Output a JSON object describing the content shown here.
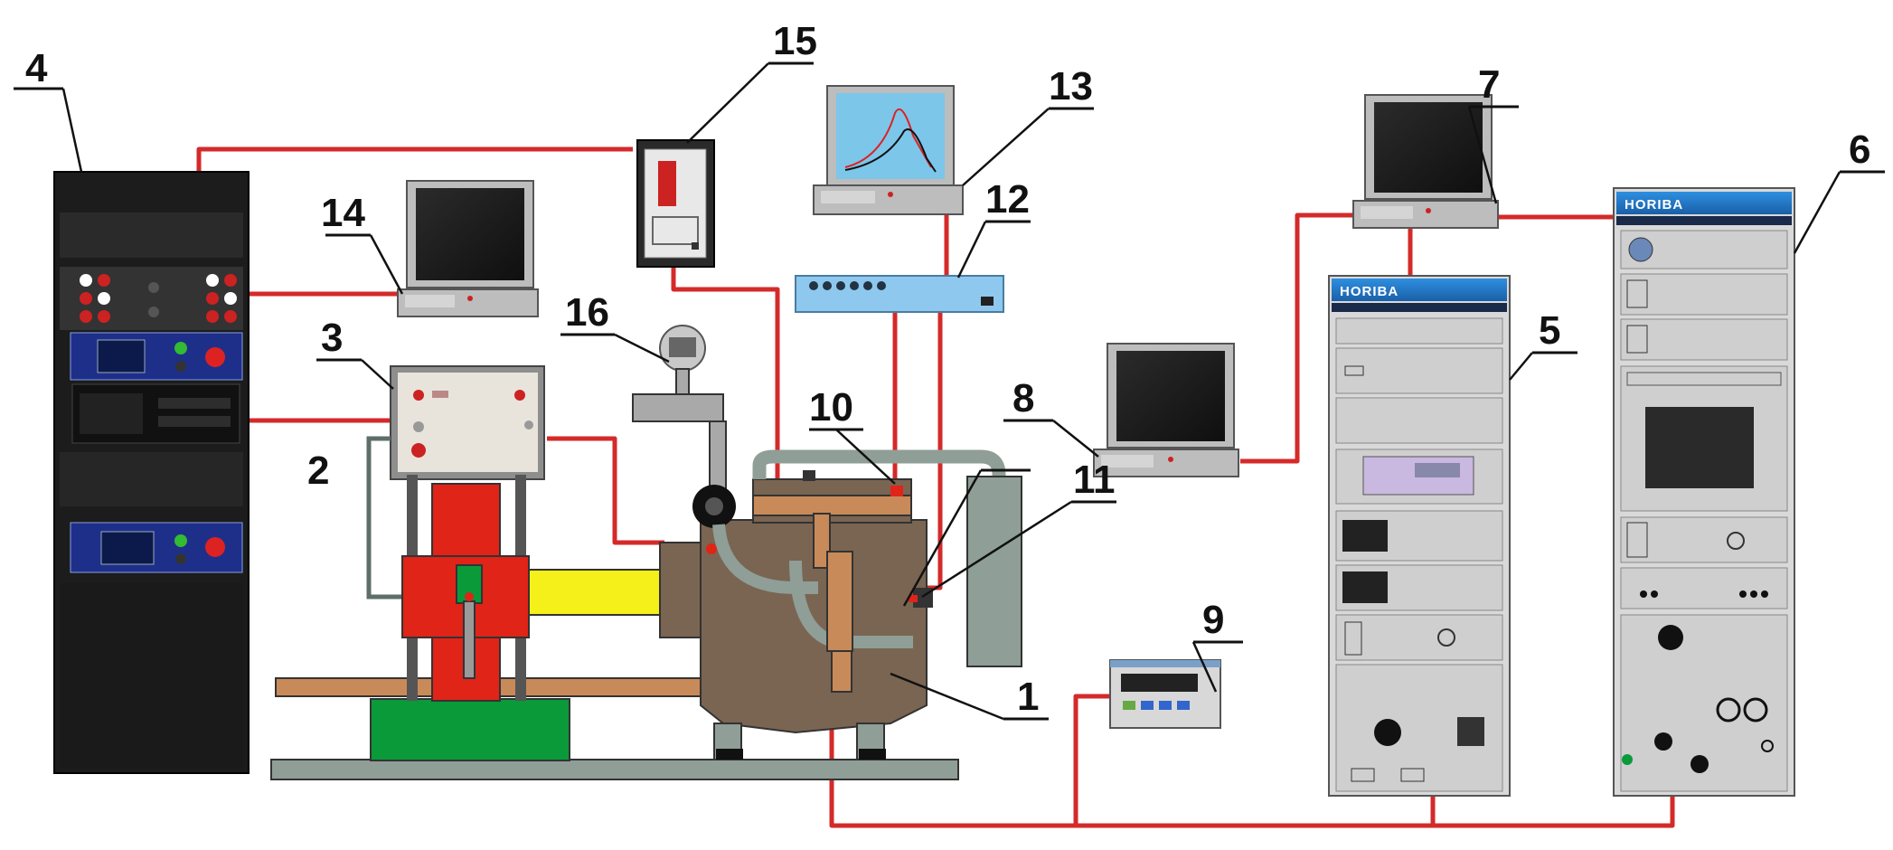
{
  "labels": {
    "n1": "1",
    "n2": "2",
    "n3": "3",
    "n4": "4",
    "n5": "5",
    "n6": "6",
    "n7": "7",
    "n8": "8",
    "n9": "9",
    "n10": "10",
    "n11": "11",
    "n12": "12",
    "n13": "13",
    "n14": "14",
    "n15": "15",
    "n16": "16"
  },
  "brand": {
    "analyzer5": "HORIBA",
    "analyzer6": "HORIBA"
  },
  "colors": {
    "wire": "#d42a2a",
    "dyno": "#e02418",
    "shaft": "#f5f01a",
    "engine": "#7a6552",
    "copper": "#c98a5a",
    "base_green": "#0a9a3a",
    "horiba_blue": "#1e78c8",
    "rack": "#d9d9d9",
    "switch": "#8fc8ee"
  }
}
